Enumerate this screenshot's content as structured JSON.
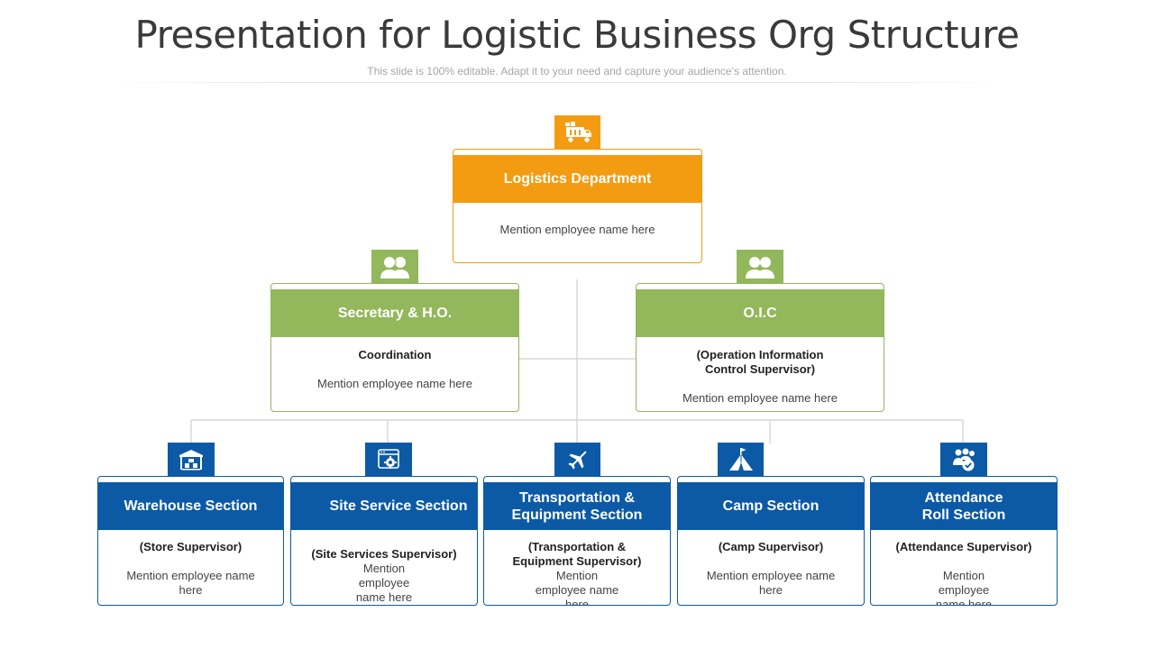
{
  "slide": {
    "title": "Presentation for Logistic Business Org Structure",
    "subtitle": "This slide is 100% editable. Adapt it to your need and capture your audience’s attention."
  },
  "colors": {
    "orange": "#f39c12",
    "green": "#93b75b",
    "blue": "#0c5aa6",
    "connector": "#cfcfcf"
  },
  "top": {
    "title": "Logistics Department",
    "name": "Mention employee name here",
    "icon": "truck-icon"
  },
  "middle": [
    {
      "title": "Secretary & H.O.",
      "role": "Coordination",
      "name": "Mention employee name here",
      "icon": "users-icon"
    },
    {
      "title": "O.I.C",
      "role": "(Operation Information Control Supervisor)",
      "name": "Mention employee name here",
      "icon": "users-icon"
    }
  ],
  "sections": [
    {
      "title": "Warehouse Section",
      "role": "(Store Supervisor)",
      "name": "Mention employee name here",
      "icon": "warehouse-icon"
    },
    {
      "title": "Site Service Section",
      "role": "(Site Services Supervisor)",
      "name": "Mention employee name here",
      "icon": "settings-window-icon"
    },
    {
      "title": "Transportation & Equipment Section",
      "role": "(Transportation & Equipment Supervisor)",
      "name": "Mention employee name here",
      "icon": "airplane-icon"
    },
    {
      "title": "Camp Section",
      "role": "(Camp Supervisor)",
      "name": "Mention employee name here",
      "icon": "tent-icon"
    },
    {
      "title": "Attendance Roll Section",
      "role": "(Attendance Supervisor)",
      "name": "Mention employee name here",
      "icon": "attendance-check-icon"
    }
  ]
}
